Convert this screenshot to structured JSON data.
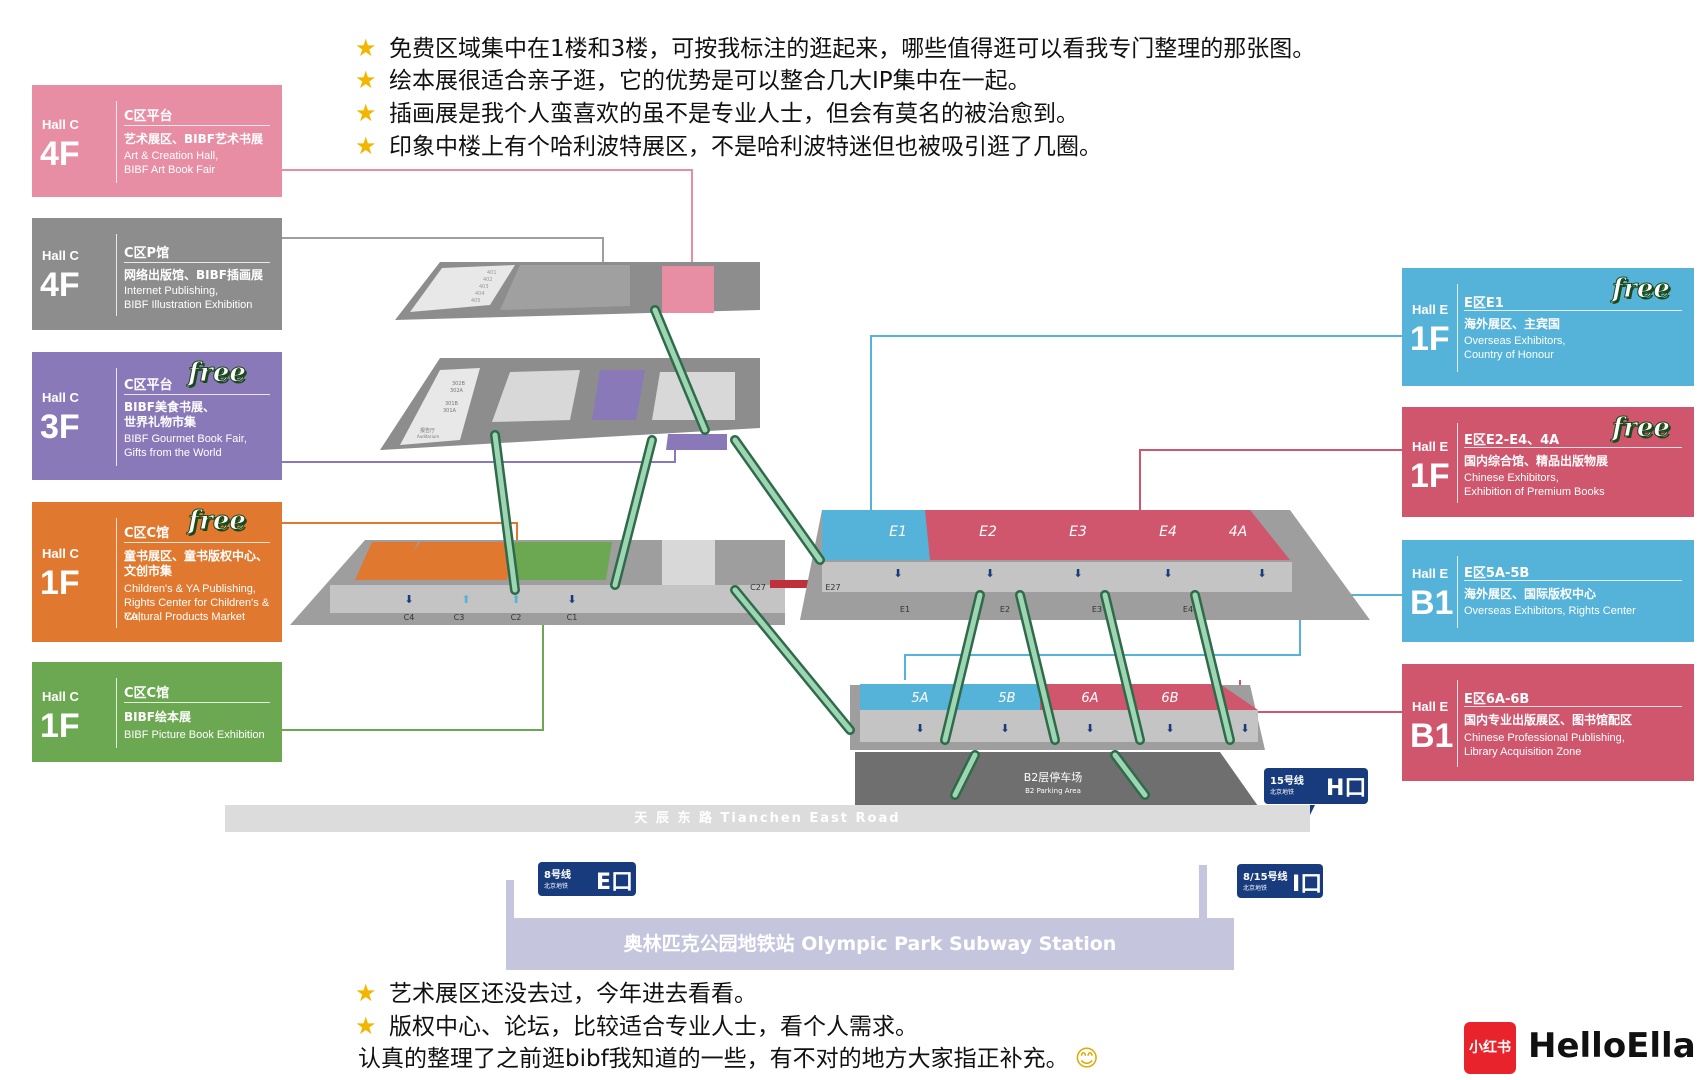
{
  "notes_top": [
    "免费区域集中在1楼和3楼，可按我标注的逛起来，哪些值得逛可以看我专门整理的那张图。",
    "绘本展很适合亲子逛，它的优势是可以整合几大IP集中在一起。",
    "插画展是我个人蛮喜欢的虽不是专业人士，但会有莫名的被治愈到。",
    "印象中楼上有个哈利波特展区，不是哈利波特迷但也被吸引逛了几圈。"
  ],
  "notes_bottom": [
    "艺术展区还没去过，今年进去看看。",
    "版权中心、论坛，比较适合专业人士，看个人需求。",
    "认真的整理了之前逛bibf我知道的一些，有不对的地方大家指正补充。"
  ],
  "smile_emoji": "😊",
  "free_badge": "free",
  "left_cards": [
    {
      "hall": "Hall C",
      "floor": "4F",
      "zone": "C区平台",
      "cn": [
        "艺术展区、BIBF艺术书展"
      ],
      "en": [
        "Art & Creation Hall,",
        "BIBF Art Book Fair"
      ],
      "color": "#e88ea4",
      "free": false
    },
    {
      "hall": "Hall C",
      "floor": "4F",
      "zone": "C区P馆",
      "cn": [
        "网络出版馆、BIBF插画展"
      ],
      "en": [
        "Internet Publishing,",
        "BIBF Illustration Exhibition"
      ],
      "color": "#8d8d8d",
      "free": false
    },
    {
      "hall": "Hall C",
      "floor": "3F",
      "zone": "C区平台",
      "cn": [
        "BIBF美食书展、",
        "世界礼物市集"
      ],
      "en": [
        "BIBF Gourmet Book Fair,",
        "Gifts from the World"
      ],
      "color": "#8a79b8",
      "free": true
    },
    {
      "hall": "Hall C",
      "floor": "1F",
      "zone": "C区C馆",
      "cn": [
        "童书展区、童书版权中心、",
        "文创市集"
      ],
      "en": [
        "Children's & YA Publishing,",
        "Rights Center for Children's & YA,",
        "Cultural Products Market"
      ],
      "color": "#e1782f",
      "free": true
    },
    {
      "hall": "Hall C",
      "floor": "1F",
      "zone": "C区C馆",
      "cn": [
        "BIBF绘本展"
      ],
      "en": [
        "BIBF Picture Book Exhibition"
      ],
      "color": "#6ba851",
      "free": false
    }
  ],
  "right_cards": [
    {
      "hall": "Hall E",
      "floor": "1F",
      "zone": "E区E1",
      "cn": [
        "海外展区、主宾国"
      ],
      "en": [
        "Overseas Exhibitors,",
        "Country of Honour"
      ],
      "color": "#55b2d9",
      "free": true
    },
    {
      "hall": "Hall E",
      "floor": "1F",
      "zone": "E区E2-E4、4A",
      "cn": [
        "国内综合馆、精品出版物展"
      ],
      "en": [
        "Chinese Exhibitors,",
        "Exhibition of Premium Books"
      ],
      "color": "#cf566d",
      "free": true
    },
    {
      "hall": "Hall E",
      "floor": "B1",
      "zone": "E区5A-5B",
      "cn": [
        "海外展区、国际版权中心"
      ],
      "en": [
        "Overseas Exhibitors, Rights Center"
      ],
      "color": "#55b2d9",
      "free": false
    },
    {
      "hall": "Hall E",
      "floor": "B1",
      "zone": "E区6A-6B",
      "cn": [
        "国内专业出版展区、图书馆配区"
      ],
      "en": [
        "Chinese Professional Publishing,",
        "Library Acquisition Zone"
      ],
      "color": "#cf566d",
      "free": false
    }
  ],
  "map": {
    "e_halls_1f": [
      "E1",
      "E2",
      "E3",
      "E4",
      "4A"
    ],
    "e_halls_b1": [
      "5A",
      "5B",
      "6A",
      "6B"
    ],
    "c_entrances": [
      "C4",
      "C3",
      "C2",
      "C1"
    ],
    "e_entrances": [
      "E1",
      "E2",
      "E3",
      "E4"
    ],
    "corridor_labels": [
      "C27",
      "E27"
    ],
    "parking_cn": "B2层停车场",
    "parking_en": "B2 Parking Area",
    "room_labels_4f": [
      "401",
      "402",
      "403",
      "404",
      "405"
    ],
    "room_labels_3f": [
      "302B",
      "302A",
      "301B",
      "301A",
      "报告厅",
      "Auditorium"
    ],
    "colors": {
      "blue": "#55b2d9",
      "red": "#cf566d",
      "orange": "#e1782f",
      "green": "#6ba851",
      "purple": "#8a79b8",
      "pink": "#e88ea4",
      "gray": "#9e9e9e"
    }
  },
  "road": "天  辰  东  路   Tianchen East Road",
  "station": "奥林匹克公园地铁站 Olympic Park Subway Station",
  "metro_badges": [
    {
      "line": "8号线",
      "sub": "北京地铁",
      "exit": "E口"
    },
    {
      "line": "15号线",
      "sub": "北京地铁",
      "exit": "H口"
    },
    {
      "line": "8/15号线",
      "sub": "北京地铁",
      "exit": "I口"
    }
  ],
  "watermark": {
    "logo": "小红书",
    "name": "HelloElla"
  }
}
